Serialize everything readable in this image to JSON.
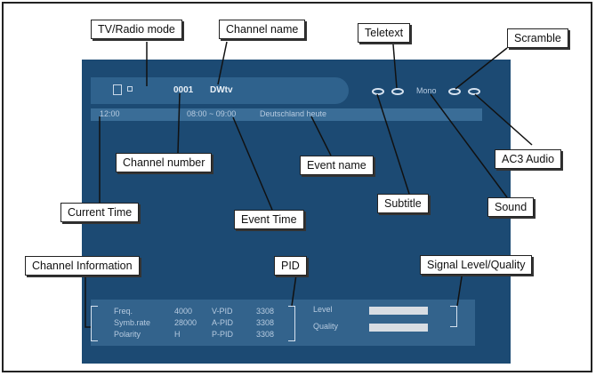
{
  "labels": {
    "tv_radio_mode": "TV/Radio mode",
    "channel_name": "Channel name",
    "teletext": "Teletext",
    "scramble": "Scramble",
    "channel_number": "Channel number",
    "event_name": "Event name",
    "ac3_audio": "AC3 Audio",
    "current_time": "Current Time",
    "event_time": "Event Time",
    "subtitle": "Subtitle",
    "sound": "Sound",
    "channel_information": "Channel Information",
    "pid": "PID",
    "signal_level_quality": "Signal Level/Quality"
  },
  "screen": {
    "channel_number": "0001",
    "channel_name": "DWtv",
    "sound_mode": "Mono",
    "current_time": "12:00",
    "event_time": "08:00 ~ 09:00",
    "event_name": "Deutschland heute",
    "info_fields": [
      {
        "name": "Freq.",
        "value": "4000",
        "pid_name": "V-PID",
        "pid_value": "3308"
      },
      {
        "name": "Symb.rate",
        "value": "28000",
        "pid_name": "A-PID",
        "pid_value": "3308"
      },
      {
        "name": "Polarity",
        "value": "H",
        "pid_name": "P-PID",
        "pid_value": "3308"
      }
    ],
    "level_label": "Level",
    "quality_label": "Quality",
    "level": 0.8,
    "quality": 0.8
  },
  "colors": {
    "screen": "#1c4a73",
    "bar": "#2f628d",
    "text": "#e9f0f7"
  }
}
